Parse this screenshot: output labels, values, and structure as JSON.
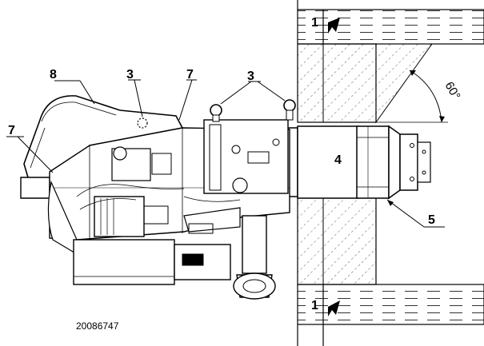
{
  "figure": {
    "drawing_number": "20086747",
    "angle_label": "60°",
    "callouts": {
      "c1_top": "1",
      "c1_bottom": "1",
      "c3_left": "3",
      "c3_right": "3",
      "c4": "4",
      "c5": "5",
      "c7_left": "7",
      "c7_right": "7",
      "c8": "8"
    }
  }
}
